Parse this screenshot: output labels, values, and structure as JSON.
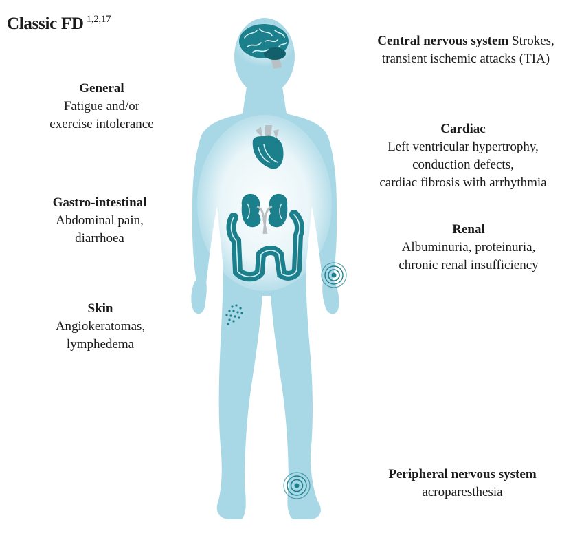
{
  "title": {
    "text": "Classic FD",
    "refs": "1,2,17"
  },
  "blocks": {
    "cns": {
      "heading": "Central nervous system",
      "lines": [
        "Strokes,",
        "transient ischemic attacks (TIA)"
      ]
    },
    "general": {
      "heading": "General",
      "lines": [
        "Fatigue and/or",
        "exercise intolerance"
      ]
    },
    "cardiac": {
      "heading": "Cardiac",
      "lines": [
        "Left ventricular hypertrophy,",
        "conduction defects,",
        "cardiac fibrosis with arrhythmia"
      ]
    },
    "gi": {
      "heading": "Gastro-intestinal",
      "lines": [
        "Abdominal pain,",
        "diarrhoea"
      ]
    },
    "renal": {
      "heading": "Renal",
      "lines": [
        "Albuminuria, proteinuria,",
        "chronic renal insufficiency"
      ]
    },
    "skin": {
      "heading": "Skin",
      "lines": [
        "Angiokeratomas,",
        "lymphedema"
      ]
    },
    "pns": {
      "heading": "Peripheral nervous system",
      "lines": [
        "acroparesthesia"
      ]
    }
  },
  "colors": {
    "body": "#a8d8e6",
    "body_glow": "#e9f6fa",
    "organ": "#1c7f8c",
    "organ_dark": "#12606b",
    "organ_line": "#d8f0f3",
    "gray": "#b9c0c3"
  },
  "icons": [
    "brain-icon",
    "heart-icon",
    "kidneys-icon",
    "intestine-icon",
    "skin-dots-icon",
    "wrist-nerve-icon",
    "ankle-nerve-icon"
  ]
}
